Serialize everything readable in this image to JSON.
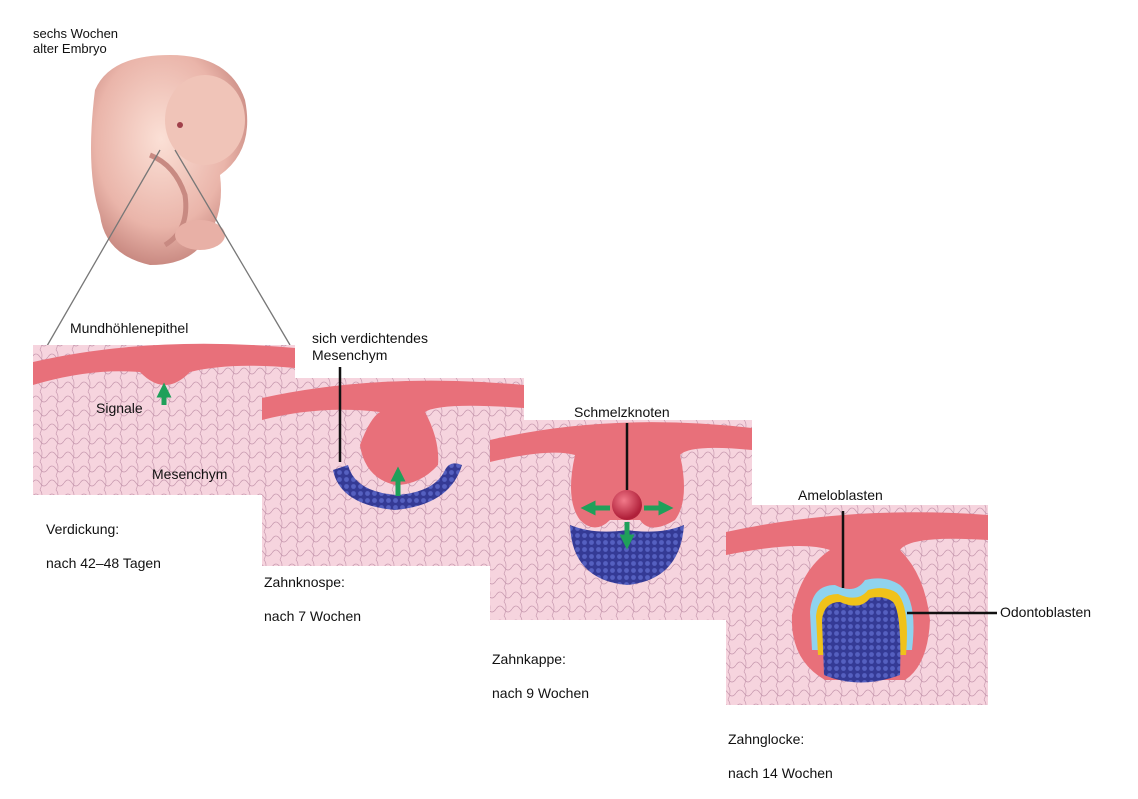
{
  "embryo": {
    "label": "sechs Wochen\nalter Embryo"
  },
  "stages": [
    {
      "title": "Verdickung:",
      "time": "nach 42–48 Tagen"
    },
    {
      "title": "Zahnknospe:",
      "time": "nach 7 Wochen"
    },
    {
      "title": "Zahnkappe:",
      "time": "nach 9 Wochen"
    },
    {
      "title": "Zahnglocke:",
      "time": "nach 14 Wochen"
    }
  ],
  "labels": {
    "mundhoehlenepithel": "Mundhöhlenepithel",
    "signale": "Signale",
    "mesenchym": "Mesenchym",
    "verdichtendes_mesenchym": "sich verdichtendes\nMesenchym",
    "schmelzknoten": "Schmelzknoten",
    "ameloblasten": "Ameloblasten",
    "odontoblasten": "Odontoblasten"
  },
  "colors": {
    "epithelium": "#e8707a",
    "mesenchyme": "#f6d2dc",
    "condensed_mesenchyme": "#3a3f9a",
    "signal_arrow": "#1fa05a",
    "ameloblast_layer": "#8fd3ee",
    "odontoblast_layer": "#f0c21a",
    "enamel_knot": "#d0304a"
  }
}
